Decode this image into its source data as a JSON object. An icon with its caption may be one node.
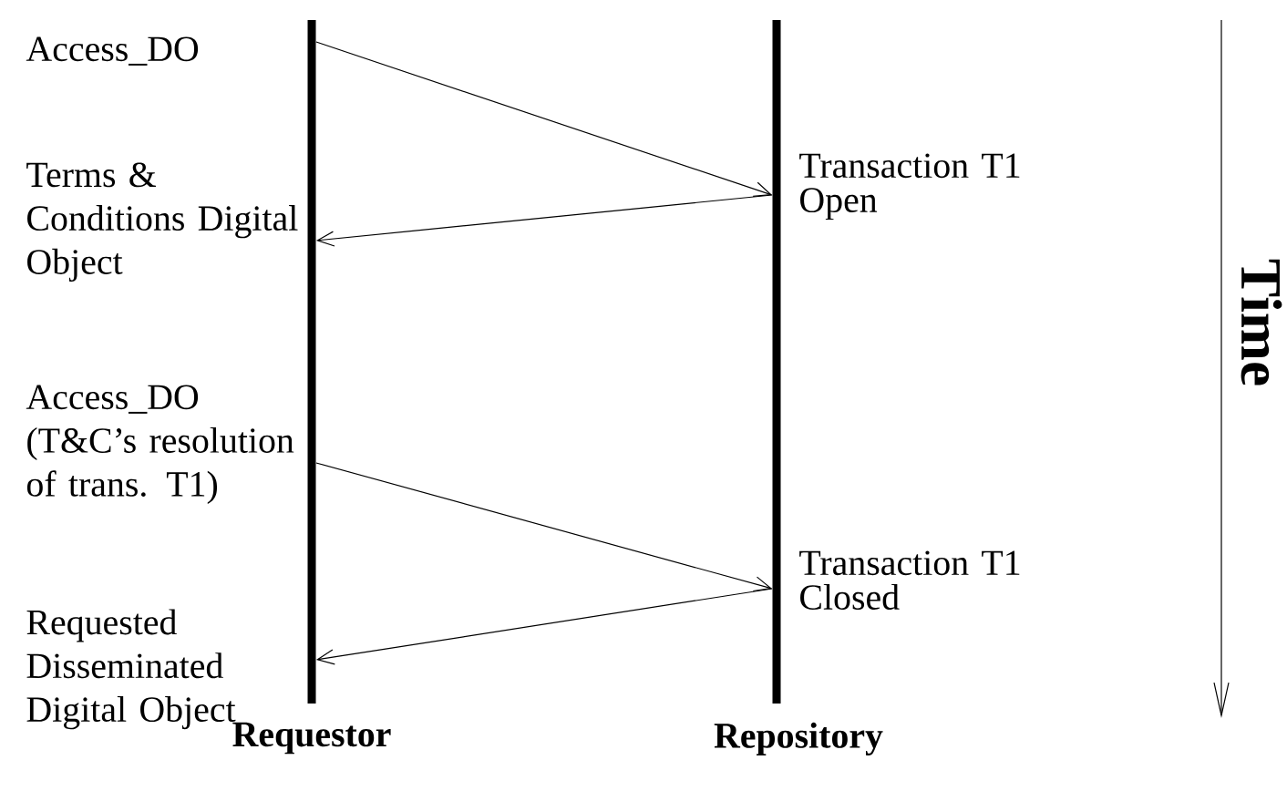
{
  "diagram": {
    "nodes": [
      {
        "text": [
          "Requestor"
        ]
      },
      {
        "text": [
          "Repository"
        ]
      }
    ],
    "edges": [
      {
        "from": 0,
        "to": 1,
        "arrow": "to",
        "label": "Access_DO"
      },
      {
        "from": 1,
        "to": 0,
        "arrow": "to",
        "label": "Terms & Conditions Digital Object"
      },
      {
        "from": 0,
        "to": 1,
        "arrow": "to",
        "label": "Access_DO (T&C’s resolution of trans. T1)"
      },
      {
        "from": 1,
        "to": 0,
        "arrow": "to",
        "label": "Requested Disseminated Digital Object"
      }
    ],
    "labels": [
      "Transaction T1 Open",
      "Transaction T1 Closed",
      "Time"
    ]
  }
}
